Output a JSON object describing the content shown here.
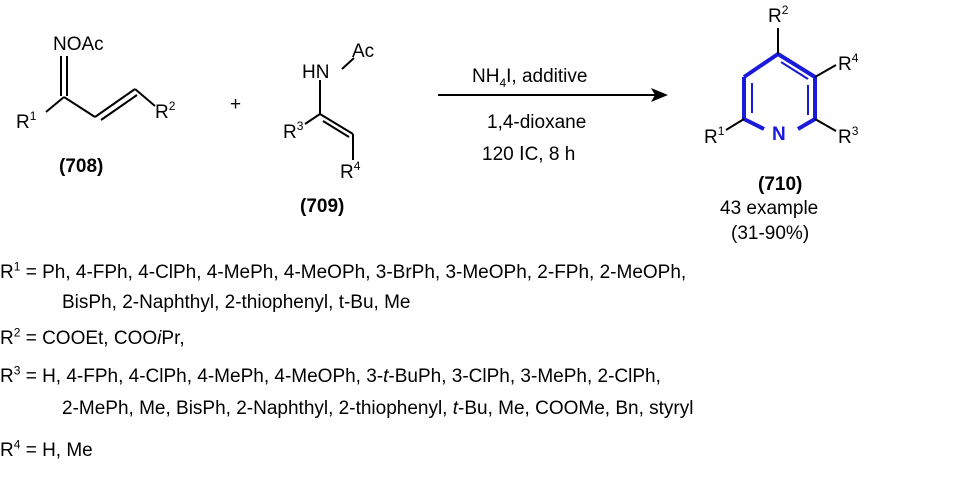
{
  "reactant1": {
    "label": "(708)",
    "group_oxime": "NOAc",
    "group_r1": "R",
    "group_r1_sup": "1",
    "group_r2": "R",
    "group_r2_sup": "2"
  },
  "plus": "+",
  "reactant2": {
    "label": "(709)",
    "group_hn": "HN",
    "group_ac": "Ac",
    "group_r3": "R",
    "group_r3_sup": "3",
    "group_r4": "R",
    "group_r4_sup": "4"
  },
  "conditions": {
    "reagent_pre": "NH",
    "reagent_sub": "4",
    "reagent_post": "I, additive",
    "solvent": "1,4-dioxane",
    "temp_time": "120 ⅠC, 8 h"
  },
  "product": {
    "label": "(710)",
    "examples": "43 example",
    "yield": "(31-90%)",
    "atom_n": "N",
    "group_r1": "R",
    "group_r1_sup": "1",
    "group_r2": "R",
    "group_r2_sup": "2",
    "group_r3": "R",
    "group_r3_sup": "3",
    "group_r4": "R",
    "group_r4_sup": "4"
  },
  "colors": {
    "ring_bond": "#1a1adb",
    "bond": "#000000"
  },
  "substituents": {
    "r1": {
      "label": "R",
      "sup": "1",
      "eq": " = ",
      "line1": "Ph, 4-FPh, 4-ClPh, 4-MePh, 4-MeOPh, 3-BrPh, 3-MeOPh, 2-FPh, 2-MeOPh,",
      "line2": "BisPh, 2-Naphthyl, 2-thiophenyl, t-Bu, Me"
    },
    "r2": {
      "label": "R",
      "sup": "2",
      "eq": " = ",
      "text_a": "COOEt, COO",
      "text_i": "i",
      "text_b": "Pr,"
    },
    "r3": {
      "label": "R",
      "sup": "3",
      "eq": " = ",
      "line1_a": "H, 4-FPh, 4-ClPh, 4-MePh, 4-MeOPh, 3-",
      "line1_i": "t",
      "line1_b": "-BuPh, 3-ClPh, 3-MePh, 2-ClPh,",
      "line2_a": "2-MePh, Me, BisPh, 2-Naphthyl, 2-thiophenyl, ",
      "line2_i": "t",
      "line2_b": "-Bu, Me, COOMe, Bn, styryl"
    },
    "r4": {
      "label": "R",
      "sup": "4",
      "eq": " = ",
      "text": "H, Me"
    }
  }
}
